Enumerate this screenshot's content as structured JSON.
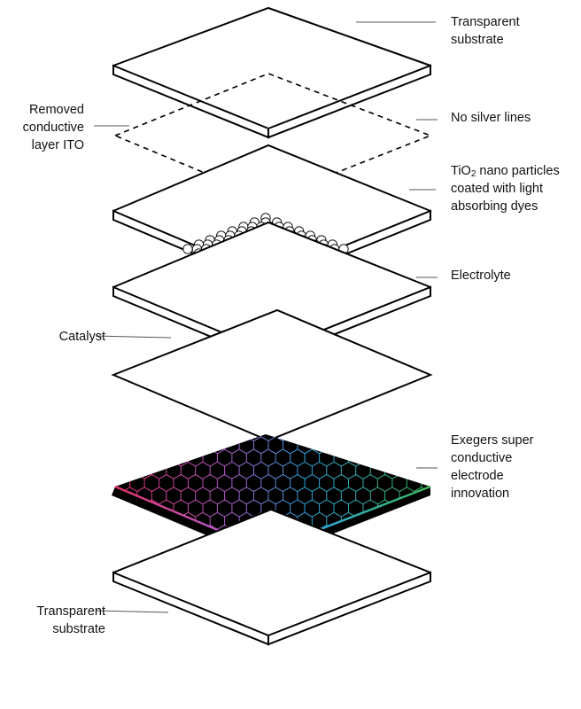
{
  "colors": {
    "stroke": "#000000",
    "leader": "#555555",
    "text": "#111111",
    "electrode_fill": "#000000",
    "grid_gradient": [
      "#e8336b",
      "#9b59d0",
      "#2fa3e0",
      "#3ab55a"
    ]
  },
  "labels": {
    "top_substrate": [
      "Transparent",
      "substrate"
    ],
    "removed_ito": [
      "Removed",
      "conductive",
      "layer ITO"
    ],
    "no_silver": [
      "No silver lines"
    ],
    "tio2_prefix": "TiO",
    "tio2_sub": "2",
    "tio2_rest": " nano particles",
    "tio2_line2": "coated with light",
    "tio2_line3": "absorbing dyes",
    "electrolyte": [
      "Electrolyte"
    ],
    "catalyst": [
      "Catalyst"
    ],
    "electrode": [
      "Exegers super",
      "conductive",
      "electrode",
      "innovation"
    ],
    "bottom_substrate": [
      "Transparent",
      "substrate"
    ]
  }
}
